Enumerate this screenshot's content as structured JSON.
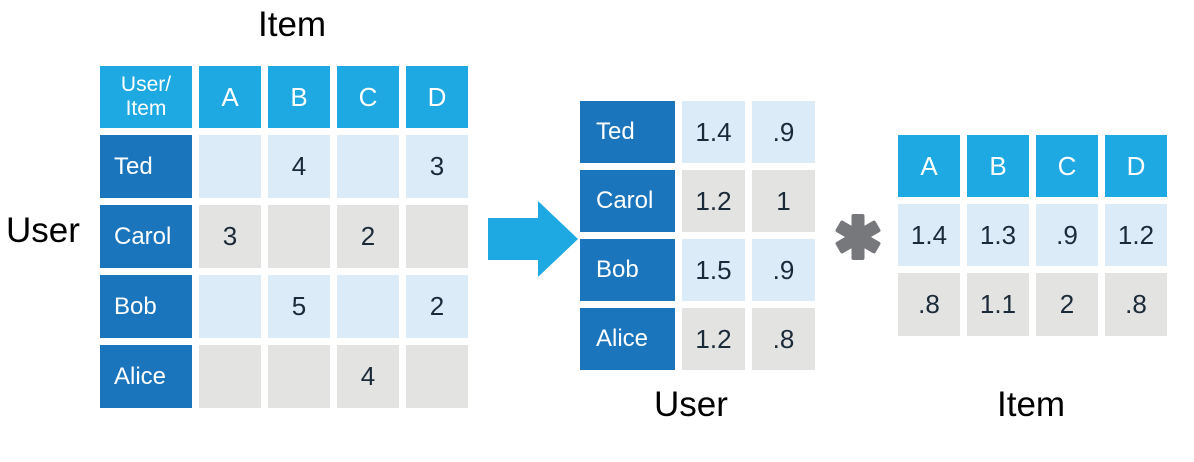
{
  "labels": {
    "item_axis": "Item",
    "user_axis": "User",
    "user_factors_caption": "User",
    "item_factors_caption": "Item"
  },
  "operators": {
    "transform": "right-arrow",
    "multiply": "✱"
  },
  "colors": {
    "column_header_blue": "#1ea9e2",
    "row_header_blue": "#1b75bc",
    "cell_light_blue": "#dcebf8",
    "cell_gray": "#e3e3e1",
    "value_text": "#1b2a38",
    "arrow_blue": "#1ea9e2",
    "asterisk_gray": "#77787b"
  },
  "ratings_matrix": {
    "corner_top": "User/",
    "corner_bottom": "Item",
    "columns": [
      "A",
      "B",
      "C",
      "D"
    ],
    "rows": [
      {
        "name": "Ted",
        "values": [
          "",
          "4",
          "",
          "3"
        ]
      },
      {
        "name": "Carol",
        "values": [
          "3",
          "",
          "2",
          ""
        ]
      },
      {
        "name": "Bob",
        "values": [
          "",
          "5",
          "",
          "2"
        ]
      },
      {
        "name": "Alice",
        "values": [
          "",
          "",
          "4",
          ""
        ]
      }
    ]
  },
  "user_factors_matrix": {
    "rows": [
      {
        "name": "Ted",
        "values": [
          "1.4",
          ".9"
        ]
      },
      {
        "name": "Carol",
        "values": [
          "1.2",
          "1"
        ]
      },
      {
        "name": "Bob",
        "values": [
          "1.5",
          ".9"
        ]
      },
      {
        "name": "Alice",
        "values": [
          "1.2",
          ".8"
        ]
      }
    ]
  },
  "item_factors_matrix": {
    "columns": [
      "A",
      "B",
      "C",
      "D"
    ],
    "rows": [
      {
        "values": [
          "1.4",
          "1.3",
          ".9",
          "1.2"
        ]
      },
      {
        "values": [
          ".8",
          "1.1",
          "2",
          ".8"
        ]
      }
    ]
  }
}
